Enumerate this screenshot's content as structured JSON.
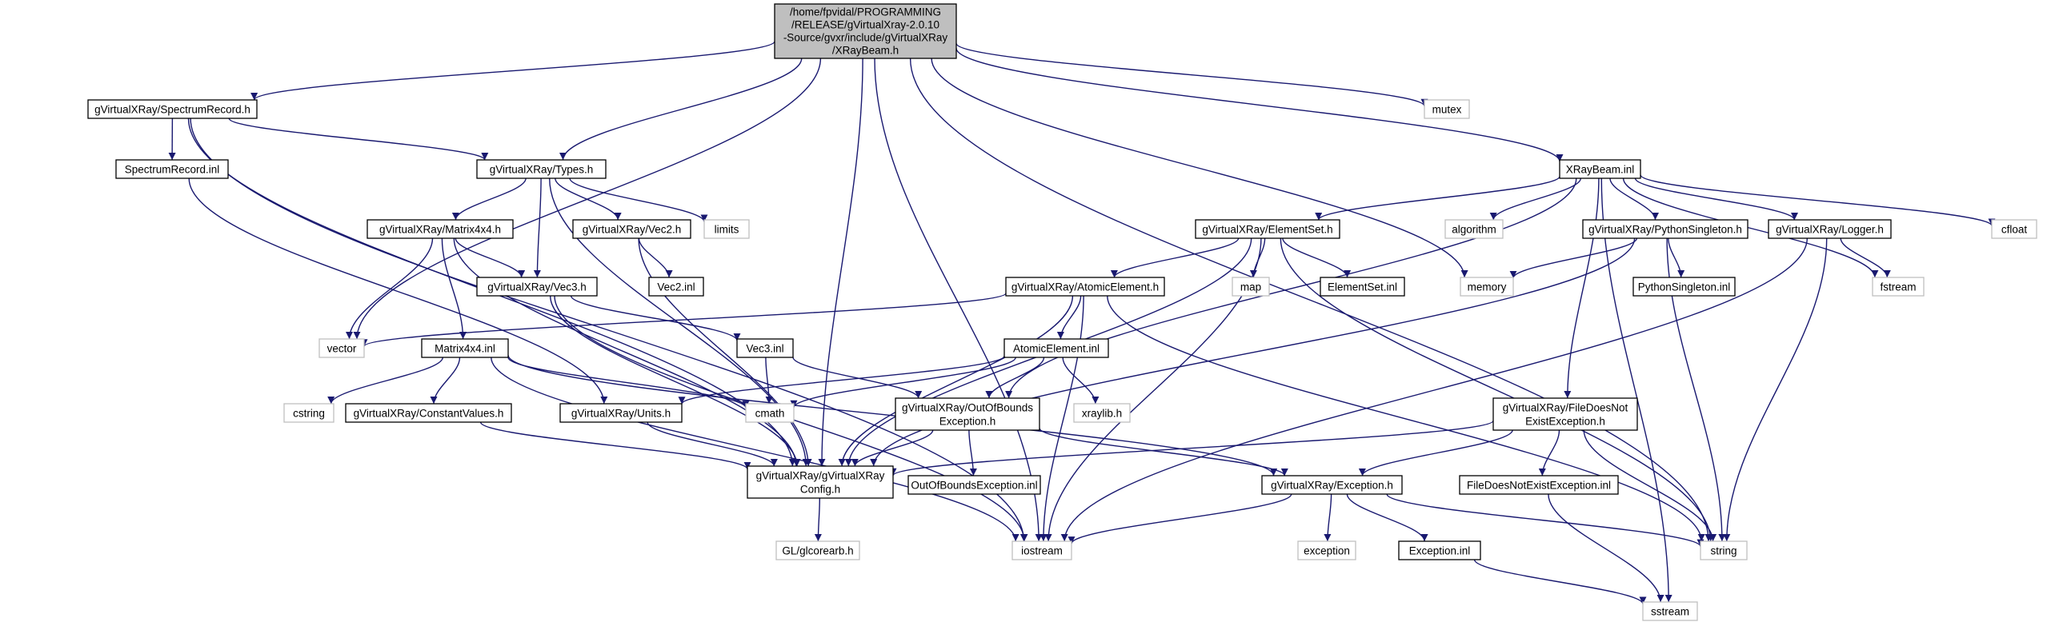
{
  "nodes": [
    {
      "id": "root",
      "kind": "root",
      "icon": "",
      "lines": [
        "/home/fpvidal/PROGRAMMING",
        "/RELEASE/gVirtualXray-2.0.10",
        "-Source/gvxr/include/gVirtualXRay",
        "/XRayBeam.h"
      ]
    },
    {
      "id": "spectrumrecord_h",
      "kind": "std",
      "lines": [
        "gVirtualXRay/SpectrumRecord.h"
      ]
    },
    {
      "id": "spectrumrecord_inl",
      "kind": "std",
      "lines": [
        "SpectrumRecord.inl"
      ]
    },
    {
      "id": "types_h",
      "kind": "std",
      "lines": [
        "gVirtualXRay/Types.h"
      ]
    },
    {
      "id": "limits",
      "kind": "ext",
      "lines": [
        "limits"
      ]
    },
    {
      "id": "matrix4x4_h",
      "kind": "std",
      "lines": [
        "gVirtualXRay/Matrix4x4.h"
      ]
    },
    {
      "id": "vec2_h",
      "kind": "std",
      "lines": [
        "gVirtualXRay/Vec2.h"
      ]
    },
    {
      "id": "vec2_inl",
      "kind": "std",
      "lines": [
        "Vec2.inl"
      ]
    },
    {
      "id": "vec3_h",
      "kind": "std",
      "lines": [
        "gVirtualXRay/Vec3.h"
      ]
    },
    {
      "id": "vector",
      "kind": "ext",
      "lines": [
        "vector"
      ]
    },
    {
      "id": "matrix4x4_inl",
      "kind": "std",
      "lines": [
        "Matrix4x4.inl"
      ]
    },
    {
      "id": "cstring",
      "kind": "ext",
      "lines": [
        "cstring"
      ]
    },
    {
      "id": "constantvalues_h",
      "kind": "std",
      "lines": [
        "gVirtualXRay/ConstantValues.h"
      ]
    },
    {
      "id": "units_h",
      "kind": "std",
      "lines": [
        "gVirtualXRay/Units.h"
      ]
    },
    {
      "id": "cmath",
      "kind": "ext",
      "lines": [
        "cmath"
      ]
    },
    {
      "id": "vec3_inl",
      "kind": "std",
      "lines": [
        "Vec3.inl"
      ]
    },
    {
      "id": "config_h",
      "kind": "std",
      "lines": [
        "gVirtualXRay/gVirtualXRay",
        "Config.h"
      ]
    },
    {
      "id": "glcorearb_h",
      "kind": "ext",
      "lines": [
        "GL/glcorearb.h"
      ]
    },
    {
      "id": "iostream",
      "kind": "ext",
      "lines": [
        "iostream"
      ]
    },
    {
      "id": "mutex",
      "kind": "ext",
      "lines": [
        "mutex"
      ]
    },
    {
      "id": "memory",
      "kind": "ext",
      "lines": [
        "memory"
      ]
    },
    {
      "id": "xraybeam_inl",
      "kind": "std",
      "lines": [
        "XRayBeam.inl"
      ]
    },
    {
      "id": "elementset_h",
      "kind": "std",
      "lines": [
        "gVirtualXRay/ElementSet.h"
      ]
    },
    {
      "id": "algorithm",
      "kind": "ext",
      "lines": [
        "algorithm"
      ]
    },
    {
      "id": "pythonsingleton_h",
      "kind": "std",
      "lines": [
        "gVirtualXRay/PythonSingleton.h"
      ]
    },
    {
      "id": "logger_h",
      "kind": "std",
      "lines": [
        "gVirtualXRay/Logger.h"
      ]
    },
    {
      "id": "cfloat",
      "kind": "ext",
      "lines": [
        "cfloat"
      ]
    },
    {
      "id": "map",
      "kind": "ext",
      "lines": [
        "map"
      ]
    },
    {
      "id": "elementset_inl",
      "kind": "std",
      "lines": [
        "ElementSet.inl"
      ]
    },
    {
      "id": "pythonsingleton_inl",
      "kind": "std",
      "lines": [
        "PythonSingleton.inl"
      ]
    },
    {
      "id": "fstream",
      "kind": "ext",
      "lines": [
        "fstream"
      ]
    },
    {
      "id": "atomicelement_h",
      "kind": "std",
      "lines": [
        "gVirtualXRay/AtomicElement.h"
      ]
    },
    {
      "id": "atomicelement_inl",
      "kind": "std",
      "lines": [
        "AtomicElement.inl"
      ]
    },
    {
      "id": "xraylib_h",
      "kind": "ext",
      "lines": [
        "xraylib.h"
      ]
    },
    {
      "id": "outofbounds_h",
      "kind": "std",
      "lines": [
        "gVirtualXRay/OutOfBounds",
        "Exception.h"
      ]
    },
    {
      "id": "outofbounds_inl",
      "kind": "std",
      "lines": [
        "OutOfBoundsException.inl"
      ]
    },
    {
      "id": "filedoesnotexist_h",
      "kind": "std",
      "lines": [
        "gVirtualXRay/FileDoesNot",
        "ExistException.h"
      ]
    },
    {
      "id": "filedoesnotexist_inl",
      "kind": "std",
      "lines": [
        "FileDoesNotExistException.inl"
      ]
    },
    {
      "id": "exception_h",
      "kind": "std",
      "lines": [
        "gVirtualXRay/Exception.h"
      ]
    },
    {
      "id": "exception",
      "kind": "ext",
      "lines": [
        "exception"
      ]
    },
    {
      "id": "exception_inl",
      "kind": "std",
      "lines": [
        "Exception.inl"
      ]
    },
    {
      "id": "string",
      "kind": "ext",
      "lines": [
        "string"
      ]
    },
    {
      "id": "sstream",
      "kind": "ext",
      "lines": [
        "sstream"
      ]
    }
  ],
  "edges": [
    [
      "root",
      "spectrumrecord_h"
    ],
    [
      "root",
      "types_h"
    ],
    [
      "root",
      "vector"
    ],
    [
      "root",
      "config_h"
    ],
    [
      "root",
      "iostream"
    ],
    [
      "root",
      "mutex"
    ],
    [
      "root",
      "memory"
    ],
    [
      "root",
      "xraybeam_inl"
    ],
    [
      "root",
      "string"
    ],
    [
      "spectrumrecord_h",
      "spectrumrecord_inl"
    ],
    [
      "spectrumrecord_h",
      "types_h"
    ],
    [
      "spectrumrecord_h",
      "config_h"
    ],
    [
      "spectrumrecord_h",
      "iostream"
    ],
    [
      "spectrumrecord_inl",
      "units_h"
    ],
    [
      "types_h",
      "matrix4x4_h"
    ],
    [
      "types_h",
      "vec2_h"
    ],
    [
      "types_h",
      "vec3_h"
    ],
    [
      "types_h",
      "limits"
    ],
    [
      "types_h",
      "config_h"
    ],
    [
      "matrix4x4_h",
      "vec3_h"
    ],
    [
      "matrix4x4_h",
      "vector"
    ],
    [
      "matrix4x4_h",
      "matrix4x4_inl"
    ],
    [
      "matrix4x4_h",
      "config_h"
    ],
    [
      "vec2_h",
      "vec2_inl"
    ],
    [
      "vec2_h",
      "config_h"
    ],
    [
      "vec3_h",
      "vec3_inl"
    ],
    [
      "vec3_h",
      "config_h"
    ],
    [
      "vec3_h",
      "iostream"
    ],
    [
      "matrix4x4_inl",
      "cstring"
    ],
    [
      "matrix4x4_inl",
      "constantvalues_h"
    ],
    [
      "matrix4x4_inl",
      "cmath"
    ],
    [
      "matrix4x4_inl",
      "exception_h"
    ],
    [
      "matrix4x4_inl",
      "iostream"
    ],
    [
      "constantvalues_h",
      "config_h"
    ],
    [
      "units_h",
      "config_h"
    ],
    [
      "vec3_inl",
      "cmath"
    ],
    [
      "vec3_inl",
      "outofbounds_h"
    ],
    [
      "config_h",
      "glcorearb_h"
    ],
    [
      "xraybeam_inl",
      "elementset_h"
    ],
    [
      "xraybeam_inl",
      "algorithm"
    ],
    [
      "xraybeam_inl",
      "pythonsingleton_h"
    ],
    [
      "xraybeam_inl",
      "logger_h"
    ],
    [
      "xraybeam_inl",
      "cfloat"
    ],
    [
      "xraybeam_inl",
      "outofbounds_h"
    ],
    [
      "xraybeam_inl",
      "filedoesnotexist_h"
    ],
    [
      "xraybeam_inl",
      "fstream"
    ],
    [
      "xraybeam_inl",
      "sstream"
    ],
    [
      "elementset_h",
      "atomicelement_h"
    ],
    [
      "elementset_h",
      "map"
    ],
    [
      "elementset_h",
      "elementset_inl"
    ],
    [
      "elementset_h",
      "config_h"
    ],
    [
      "elementset_h",
      "iostream"
    ],
    [
      "elementset_h",
      "string"
    ],
    [
      "pythonsingleton_h",
      "memory"
    ],
    [
      "pythonsingleton_h",
      "pythonsingleton_inl"
    ],
    [
      "pythonsingleton_h",
      "config_h"
    ],
    [
      "pythonsingleton_h",
      "string"
    ],
    [
      "logger_h",
      "fstream"
    ],
    [
      "logger_h",
      "string"
    ],
    [
      "logger_h",
      "iostream"
    ],
    [
      "atomicelement_h",
      "atomicelement_inl"
    ],
    [
      "atomicelement_h",
      "vector"
    ],
    [
      "atomicelement_h",
      "config_h"
    ],
    [
      "atomicelement_h",
      "iostream"
    ],
    [
      "atomicelement_h",
      "string"
    ],
    [
      "atomicelement_inl",
      "units_h"
    ],
    [
      "atomicelement_inl",
      "cmath"
    ],
    [
      "atomicelement_inl",
      "outofbounds_h"
    ],
    [
      "atomicelement_inl",
      "xraylib_h"
    ],
    [
      "outofbounds_h",
      "config_h"
    ],
    [
      "outofbounds_h",
      "outofbounds_inl"
    ],
    [
      "outofbounds_h",
      "exception_h"
    ],
    [
      "filedoesnotexist_h",
      "config_h"
    ],
    [
      "filedoesnotexist_h",
      "exception_h"
    ],
    [
      "filedoesnotexist_h",
      "filedoesnotexist_inl"
    ],
    [
      "filedoesnotexist_h",
      "string"
    ],
    [
      "filedoesnotexist_inl",
      "sstream"
    ],
    [
      "exception_h",
      "iostream"
    ],
    [
      "exception_h",
      "exception"
    ],
    [
      "exception_h",
      "exception_inl"
    ],
    [
      "exception_h",
      "string"
    ],
    [
      "exception_inl",
      "sstream"
    ]
  ]
}
